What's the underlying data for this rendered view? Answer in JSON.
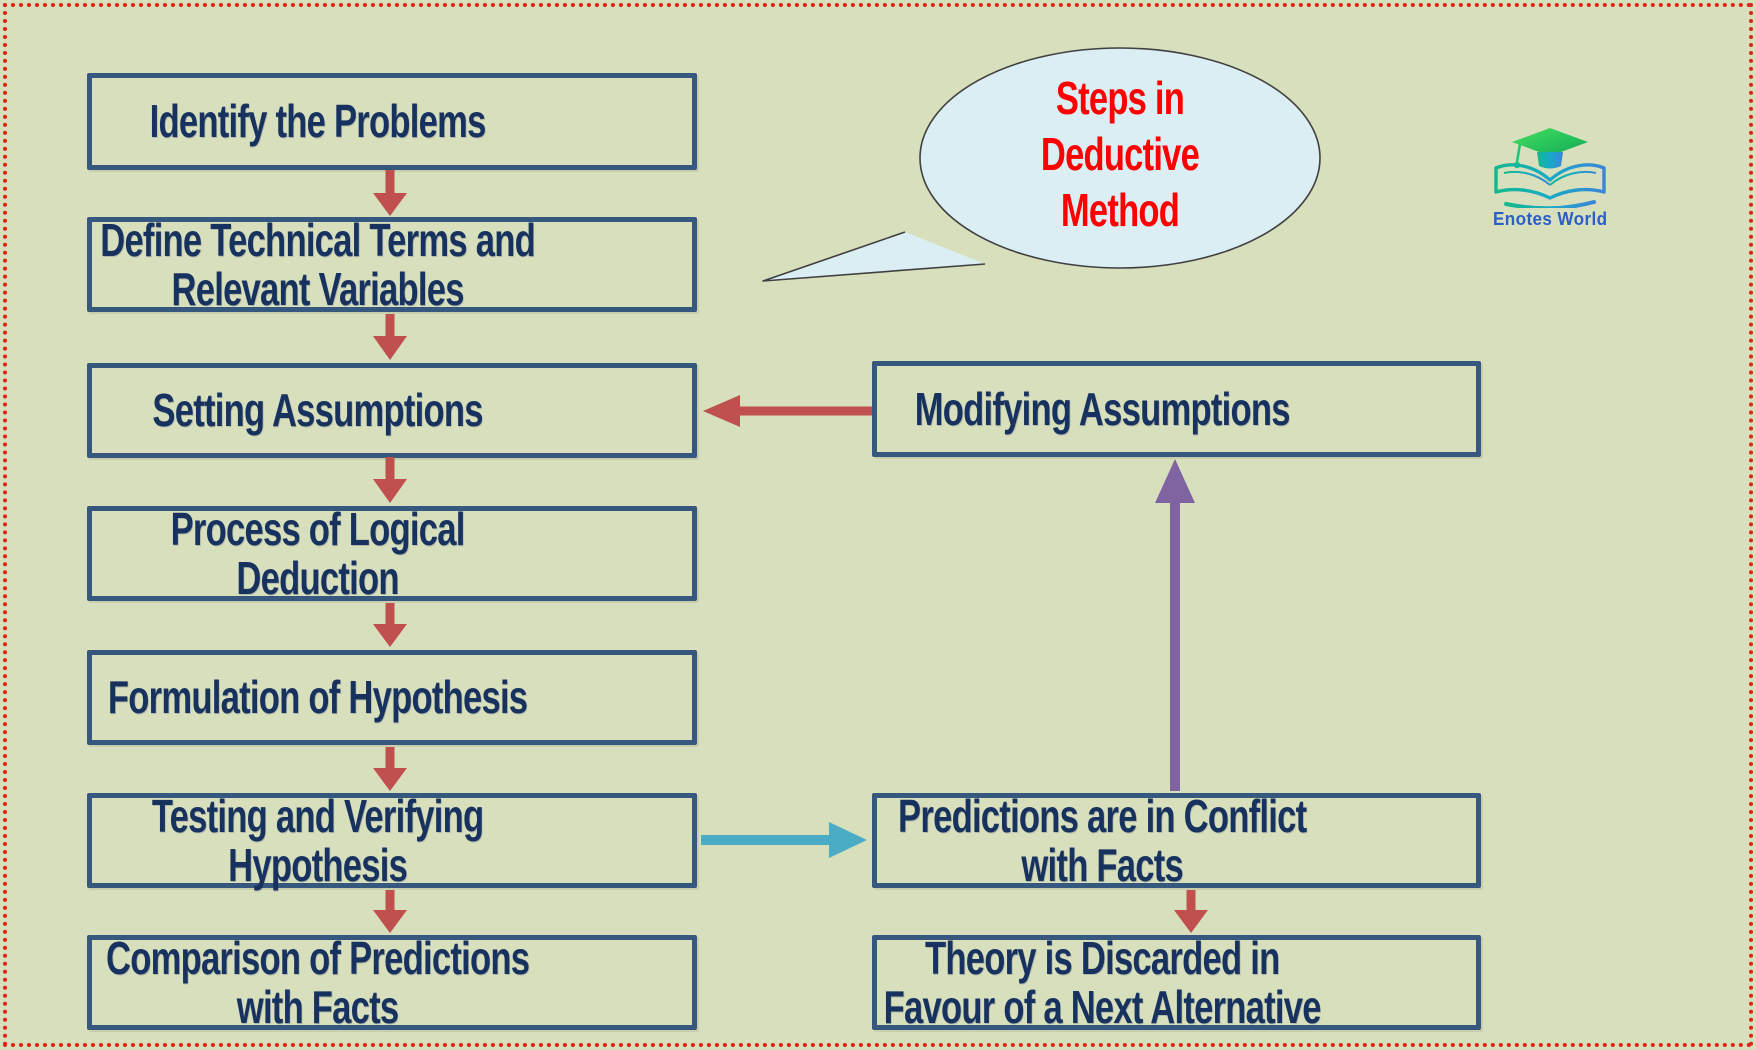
{
  "page": {
    "background_color": "#d8dfbc",
    "frame_border_color": "#e02315"
  },
  "bubble": {
    "text": "Steps in\nDeductive\nMethod",
    "fill_color": "#daeef3",
    "text_color": "#ff0000"
  },
  "logo": {
    "name": "Enotes World",
    "icon": "graduation-cap-open-book-icon",
    "text_color": "#2a5fc4"
  },
  "flow": {
    "left_steps": [
      {
        "label": "Identify the Problems"
      },
      {
        "label": "Define Technical Terms and Relevant Variables"
      },
      {
        "label": "Setting Assumptions"
      },
      {
        "label": "Process of Logical Deduction"
      },
      {
        "label": "Formulation of Hypothesis"
      },
      {
        "label": "Testing and Verifying Hypothesis"
      },
      {
        "label": "Comparison of Predictions with Facts"
      }
    ],
    "right_steps": [
      {
        "label": "Modifying Assumptions"
      },
      {
        "label": "Predictions are in Conflict with Facts"
      },
      {
        "label": "Theory is Discarded in Favour of a Next Alternative"
      }
    ],
    "connections": [
      "identify-problems -> define-terms",
      "define-terms -> setting-assumptions",
      "setting-assumptions -> logical-deduction",
      "logical-deduction -> formulation-hypothesis",
      "formulation-hypothesis -> testing-hypothesis",
      "testing-hypothesis -> comparison-predictions",
      "testing-hypothesis -> predictions-conflict",
      "predictions-conflict -> modifying-assumptions",
      "modifying-assumptions -> setting-assumptions",
      "predictions-conflict -> theory-discarded"
    ]
  },
  "colors": {
    "box_border": "#37587e",
    "box_text": "#17325f",
    "arrow_red": "#c0504d",
    "arrow_teal": "#4bacc6",
    "arrow_purple": "#8064a2"
  }
}
